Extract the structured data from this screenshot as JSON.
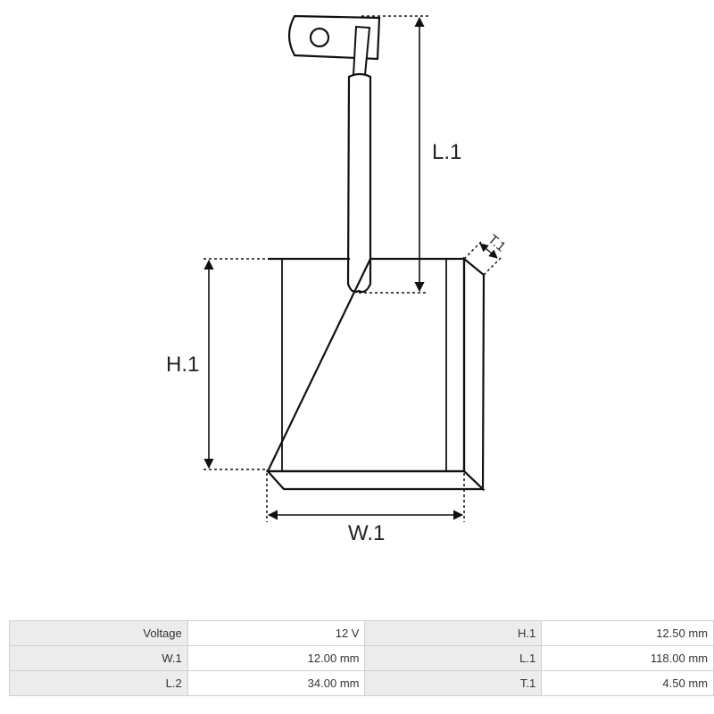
{
  "diagram": {
    "labels": {
      "l1": "L.1",
      "h1": "H.1",
      "w1": "W.1",
      "t1": "T.1"
    }
  },
  "specs": {
    "rows": [
      [
        {
          "label": "Voltage",
          "value": "12 V"
        },
        {
          "label": "H.1",
          "value": "12.50 mm"
        }
      ],
      [
        {
          "label": "W.1",
          "value": "12.00 mm"
        },
        {
          "label": "L.1",
          "value": "118.00 mm"
        }
      ],
      [
        {
          "label": "L.2",
          "value": "34.00 mm"
        },
        {
          "label": "T.1",
          "value": "4.50 mm"
        }
      ]
    ]
  }
}
